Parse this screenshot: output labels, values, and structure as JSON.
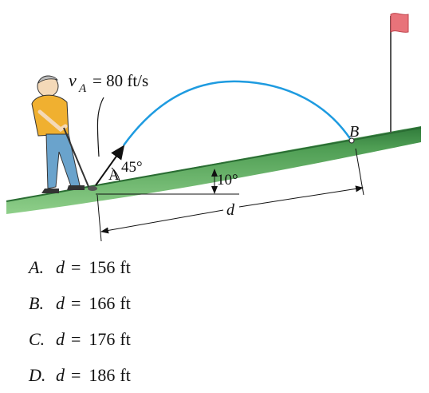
{
  "figure": {
    "velocity_label_var": "v",
    "velocity_label_sub": "A",
    "velocity_label_value": "= 80 ft/s",
    "launch_angle_label": "45°",
    "slope_angle_label": "10°",
    "point_a_label": "A",
    "point_b_label": "B",
    "distance_label": "d",
    "colors": {
      "ground": "#4f9e54",
      "ground_dark": "#2f7a3a",
      "trajectory": "#1e9be0",
      "flag": "#e8737a",
      "golfer_shirt": "#f0b030",
      "golfer_pants": "#6aa3cc"
    }
  },
  "options": [
    {
      "letter": "A.",
      "var": "d",
      "eq": "=",
      "value": "156",
      "unit": "ft"
    },
    {
      "letter": "B.",
      "var": "d",
      "eq": "=",
      "value": "166",
      "unit": "ft"
    },
    {
      "letter": "C.",
      "var": "d",
      "eq": "=",
      "value": "176",
      "unit": "ft"
    },
    {
      "letter": "D.",
      "var": "d",
      "eq": "=",
      "value": "186",
      "unit": "ft"
    }
  ]
}
